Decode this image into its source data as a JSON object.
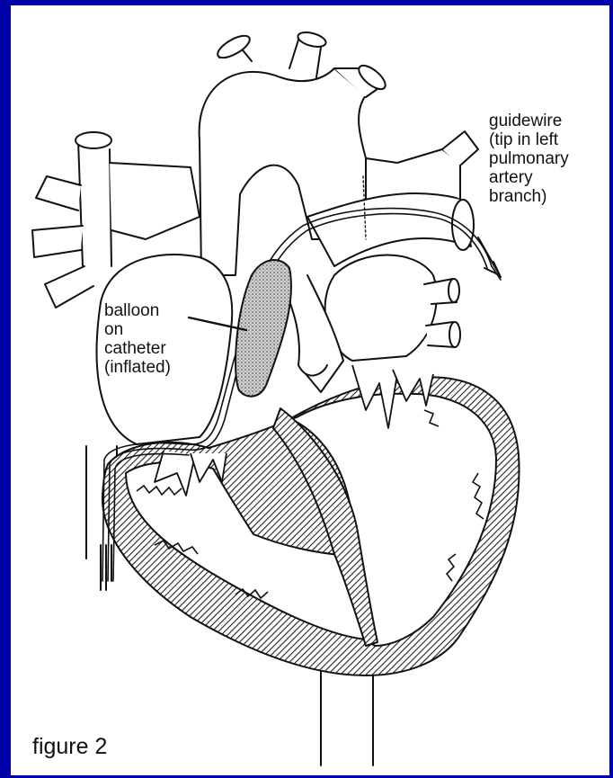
{
  "labels": {
    "balloon": [
      "balloon",
      "on",
      "catheter",
      "(inflated)"
    ],
    "guidewire": [
      "guidewire",
      "(tip in left",
      "pulmonary",
      "artery",
      "branch)"
    ]
  },
  "caption": "figure 2",
  "colors": {
    "frame": "#0000a8",
    "background": "#ffffff",
    "outline": "#111111",
    "myocardium_hatch": "#222222",
    "balloon_fill": "#c8c8c8"
  }
}
